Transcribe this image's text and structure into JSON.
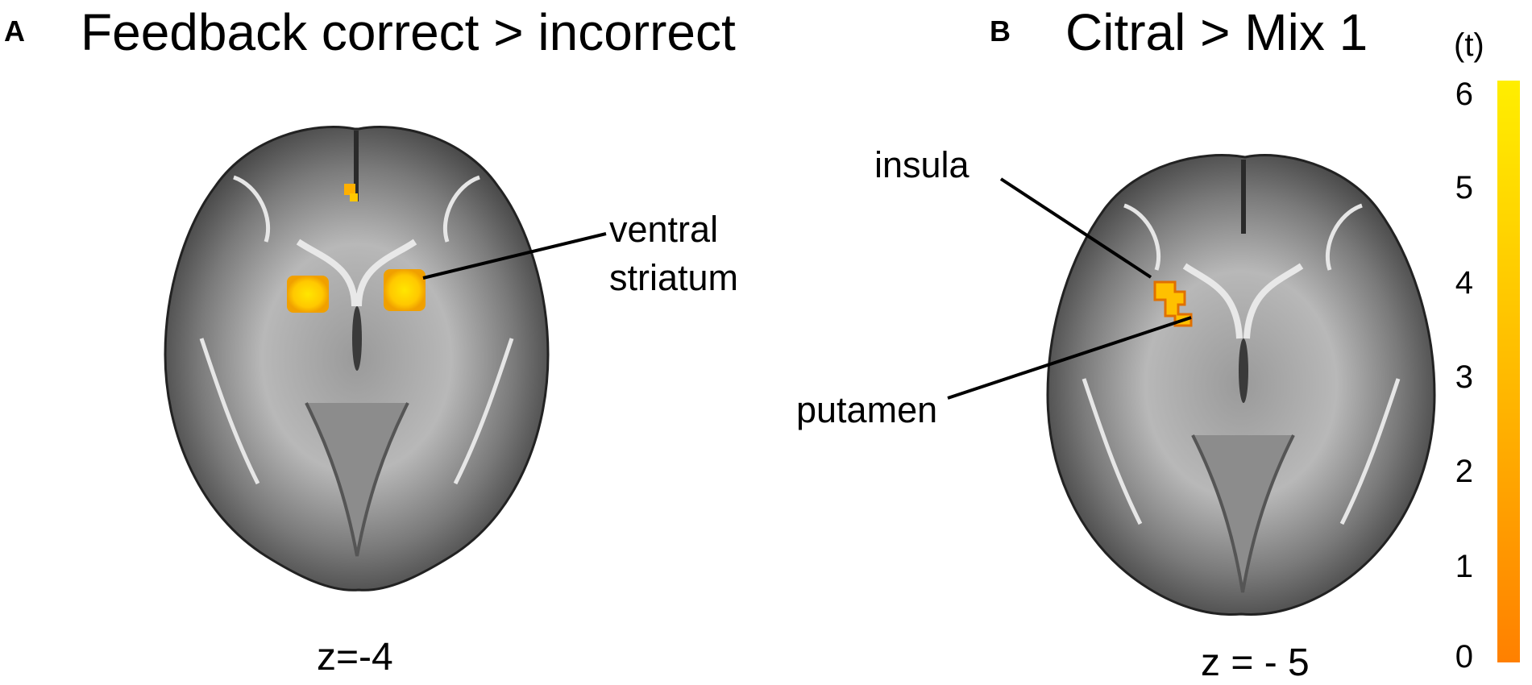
{
  "panels": [
    {
      "letter": "A",
      "title": "Feedback correct > incorrect",
      "labels": [
        {
          "line1": "ventral",
          "line2": "striatum"
        }
      ],
      "slice": "z=-4"
    },
    {
      "letter": "B",
      "title": "Citral > Mix 1",
      "labels": [
        {
          "text": "insula"
        },
        {
          "text": "putamen"
        }
      ],
      "slice": "z = - 5"
    }
  ],
  "colorbar": {
    "unit": "(t)",
    "ticks": [
      "6",
      "5",
      "4",
      "3",
      "2",
      "1",
      "0"
    ],
    "range": [
      0,
      6
    ],
    "colors": {
      "high": "#ffea00",
      "mid": "#ffbb00",
      "low": "#ff8000"
    }
  }
}
